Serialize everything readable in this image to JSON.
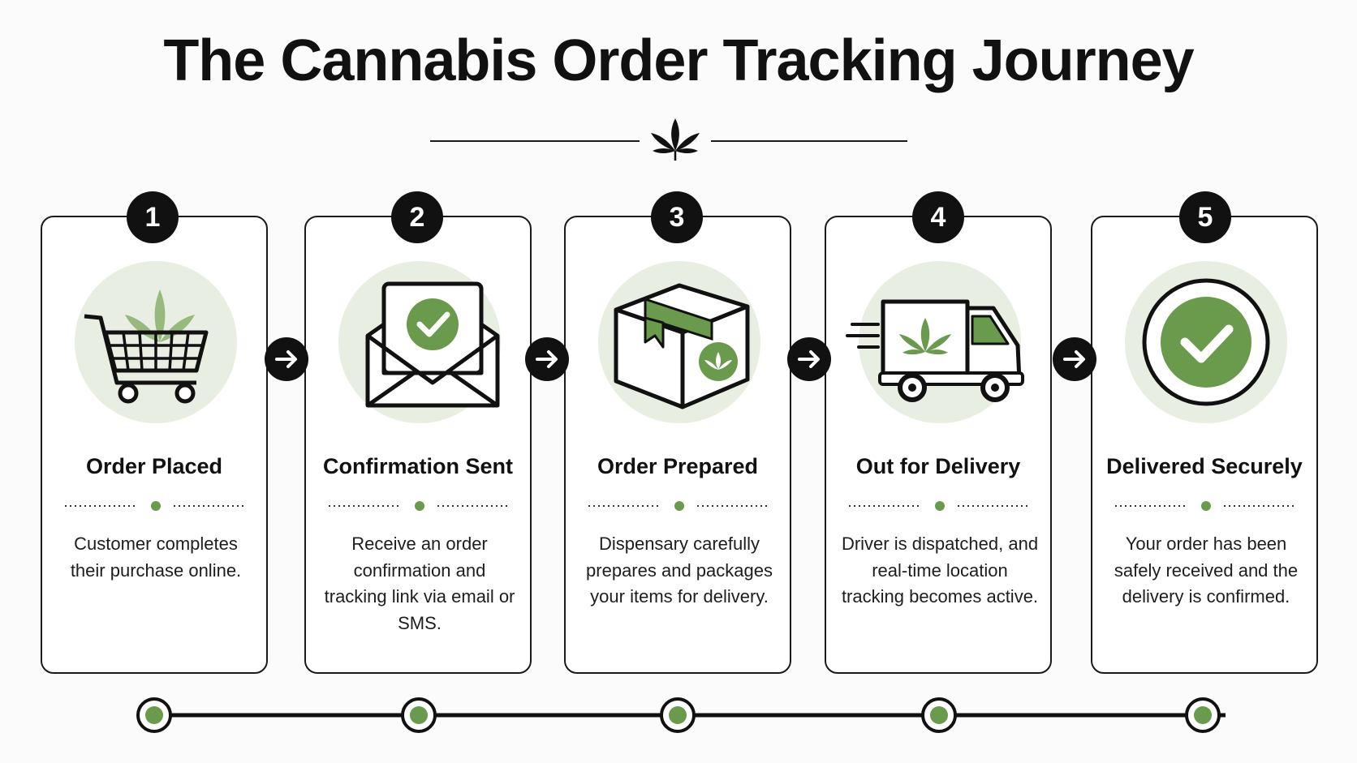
{
  "header": {
    "title": "The Cannabis Order Tracking Journey",
    "ornament_icon": "cannabis-leaf-icon"
  },
  "colors": {
    "accent_green": "#6a9a4c",
    "light_green": "#e9eee3",
    "ink": "#111111",
    "card_bg": "#ffffff"
  },
  "steps": [
    {
      "number": "1",
      "title": "Order Placed",
      "description": "Customer completes their purchase online.",
      "icon": "shopping-cart-icon"
    },
    {
      "number": "2",
      "title": "Confirmation Sent",
      "description": "Receive an order confirmation and tracking link via email or SMS.",
      "icon": "envelope-check-icon"
    },
    {
      "number": "3",
      "title": "Order Prepared",
      "description": "Dispensary carefully prepares and packages your items for delivery.",
      "icon": "package-box-icon"
    },
    {
      "number": "4",
      "title": "Out for Delivery",
      "description": "Driver is dispatched, and real-time location tracking becomes active.",
      "icon": "delivery-van-icon"
    },
    {
      "number": "5",
      "title": "Delivered Securely",
      "description": "Your order has been safely received and the delivery is confirmed.",
      "icon": "checkmark-circle-icon"
    }
  ],
  "connectors": [
    "arrow-right-icon",
    "arrow-right-icon",
    "arrow-right-icon",
    "arrow-right-icon"
  ],
  "timeline": {
    "nodes": 5
  }
}
